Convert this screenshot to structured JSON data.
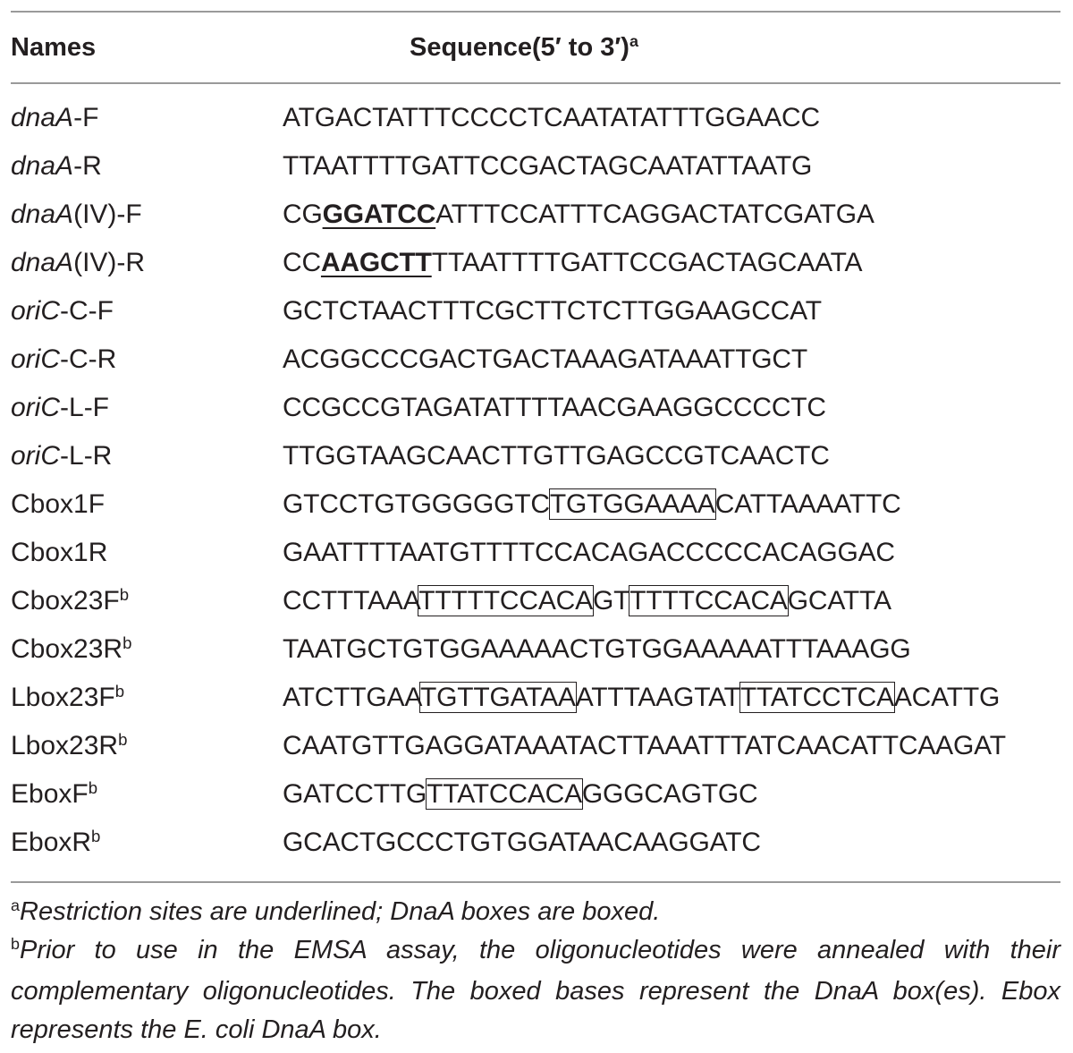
{
  "header": {
    "names_label": "Names",
    "sequence_label": "Sequence(5′ to 3′)",
    "sequence_sup": "a"
  },
  "rows": [
    {
      "name_italic": "dnaA",
      "name_rest": "-F",
      "sup": "",
      "segments": [
        {
          "t": "ATGACTATTTCCCCTCAATATATTTGGAACC",
          "s": ""
        }
      ]
    },
    {
      "name_italic": "dnaA",
      "name_rest": "-R",
      "sup": "",
      "segments": [
        {
          "t": "TTAATTTTGATTCCGACTAGCAATATTAATG",
          "s": ""
        }
      ]
    },
    {
      "name_italic": "dnaA",
      "name_rest": "(IV)-F",
      "sup": "",
      "segments": [
        {
          "t": "CG",
          "s": ""
        },
        {
          "t": "GGATCC",
          "s": "site"
        },
        {
          "t": "ATTTCCATTTCAGGACTATCGATGA",
          "s": ""
        }
      ]
    },
    {
      "name_italic": "dnaA",
      "name_rest": "(IV)-R",
      "sup": "",
      "segments": [
        {
          "t": "CC",
          "s": ""
        },
        {
          "t": "AAGCTT",
          "s": "site"
        },
        {
          "t": "TTAATTTTGATTCCGACTAGCAATA",
          "s": ""
        }
      ]
    },
    {
      "name_italic": "oriC",
      "name_rest": "-C-F",
      "sup": "",
      "segments": [
        {
          "t": "GCTCTAACTTTCGCTTCTCTTGGAAGCCAT",
          "s": ""
        }
      ]
    },
    {
      "name_italic": "oriC",
      "name_rest": "-C-R",
      "sup": "",
      "segments": [
        {
          "t": "ACGGCCCGACTGACTAAAGATAAATTGCT",
          "s": ""
        }
      ]
    },
    {
      "name_italic": "oriC",
      "name_rest": "-L-F",
      "sup": "",
      "segments": [
        {
          "t": "CCGCCGTAGATATTTTAACGAAGGCCCCTC",
          "s": ""
        }
      ]
    },
    {
      "name_italic": "oriC",
      "name_rest": "-L-R",
      "sup": "",
      "segments": [
        {
          "t": "TTGGTAAGCAACTTGTTGAGCCGTCAACTC",
          "s": ""
        }
      ]
    },
    {
      "name_italic": "",
      "name_rest": "Cbox1F",
      "sup": "",
      "segments": [
        {
          "t": "GTCCTGTGGGGGTC",
          "s": ""
        },
        {
          "t": "TGTGGAAAA",
          "s": "box"
        },
        {
          "t": "CATTAAAATTC",
          "s": ""
        }
      ]
    },
    {
      "name_italic": "",
      "name_rest": "Cbox1R",
      "sup": "",
      "segments": [
        {
          "t": "GAATTTTAATGTTTTCCACAGACCCCCACAGGAC",
          "s": ""
        }
      ]
    },
    {
      "name_italic": "",
      "name_rest": "Cbox23F",
      "sup": "b",
      "segments": [
        {
          "t": "CCTTTAAA",
          "s": ""
        },
        {
          "t": "TTTTTCCACA",
          "s": "box"
        },
        {
          "t": "GT",
          "s": ""
        },
        {
          "t": "TTTTCCACA",
          "s": "box"
        },
        {
          "t": "GCATTA",
          "s": ""
        }
      ]
    },
    {
      "name_italic": "",
      "name_rest": "Cbox23R",
      "sup": "b",
      "segments": [
        {
          "t": "TAATGCTGTGGAAAAACTGTGGAAAAATTTAAAGG",
          "s": ""
        }
      ]
    },
    {
      "name_italic": "",
      "name_rest": "Lbox23F",
      "sup": "b",
      "segments": [
        {
          "t": "ATCTTGAA",
          "s": ""
        },
        {
          "t": "TGTTGATAA",
          "s": "box"
        },
        {
          "t": "ATTTAAGTAT",
          "s": ""
        },
        {
          "t": "TTATCCTCA",
          "s": "box"
        },
        {
          "t": "ACATTG",
          "s": ""
        }
      ]
    },
    {
      "name_italic": "",
      "name_rest": "Lbox23R",
      "sup": "b",
      "segments": [
        {
          "t": "CAATGTTGAGGATAAATACTTAAATTTATCAACATTCAAGAT",
          "s": ""
        }
      ]
    },
    {
      "name_italic": "",
      "name_rest": "EboxF",
      "sup": "b",
      "segments": [
        {
          "t": "GATCCTTG",
          "s": ""
        },
        {
          "t": "TTATCCACA",
          "s": "box"
        },
        {
          "t": "GGGCAGTGC",
          "s": ""
        }
      ]
    },
    {
      "name_italic": "",
      "name_rest": "EboxR",
      "sup": "b",
      "segments": [
        {
          "t": "GCACTGCCCTGTGGATAACAAGGATC",
          "s": ""
        }
      ]
    }
  ],
  "footnotes": {
    "a_mark": "a",
    "a_text": "Restriction sites are underlined; DnaA boxes are boxed.",
    "b_mark": "b",
    "b_text": "Prior to use in the EMSA assay, the oligonucleotides were annealed with their complementary oligonucleotides. The boxed bases represent the DnaA box(es). Ebox represents the E. coli DnaA box."
  }
}
